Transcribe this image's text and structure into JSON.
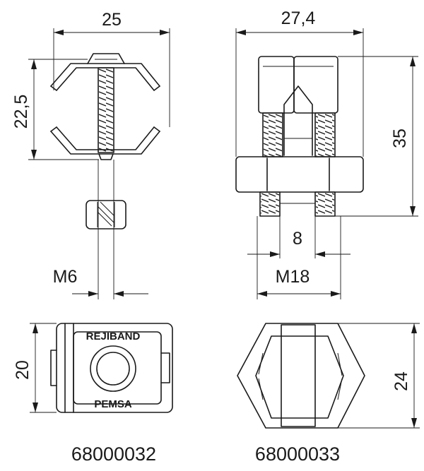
{
  "dimensions": {
    "width_small": "25",
    "height_small": "22,5",
    "thread_small": "M6",
    "width_large": "27,4",
    "height_large": "35",
    "inner_large": "8",
    "thread_large": "M18",
    "side_small": "20",
    "side_large": "24"
  },
  "markings": {
    "brand_top": "REJIBAND",
    "brand_bottom": "PEMSA"
  },
  "parts": {
    "left_code": "68000032",
    "right_code": "68000033"
  },
  "colors": {
    "line": "#1a1a1a",
    "background": "#ffffff"
  }
}
